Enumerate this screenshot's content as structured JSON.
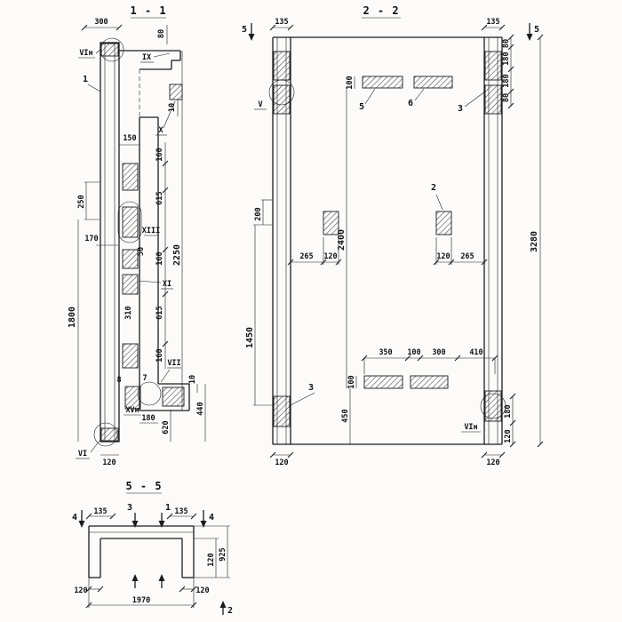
{
  "s11": {
    "title": "1 - 1",
    "dims": {
      "w300": "300",
      "h80": "80",
      "t10": "10",
      "w150": "150",
      "c160a": "160",
      "c615a": "615",
      "c2250": "2250",
      "c50": "50",
      "c160b": "160",
      "c615b": "615",
      "c310": "310",
      "c160c": "160",
      "b10": "10",
      "b440": "440",
      "b180": "180",
      "b620": "620",
      "l250": "250",
      "l170": "170",
      "l1800": "1800",
      "b120": "120"
    },
    "labels": {
      "vih": "VIн",
      "ix": "IX",
      "one": "1",
      "x": "X",
      "xiii": "XIII",
      "xi": "XI",
      "vii": "VII",
      "xvh": "XVн",
      "vi": "VI",
      "seven": "7",
      "eight": "8"
    }
  },
  "s22": {
    "title": "2 - 2",
    "dims": {
      "t135l": "135",
      "t135r": "135",
      "r80a": "80",
      "r180a": "180",
      "r180b": "180",
      "r80b": "80",
      "r3280": "3280",
      "t100": "100",
      "c2400": "2400",
      "l200": "200",
      "l1450": "1450",
      "m265l": "265",
      "m120l": "120",
      "m120r": "120",
      "m265r": "265",
      "b350": "350",
      "b100": "100",
      "b300": "300",
      "b410": "410",
      "v100": "100",
      "v450": "450",
      "br180": "180",
      "br120": "120",
      "bl120": "120",
      "brr120": "120"
    },
    "labels": {
      "cut5l": "5",
      "cut5r": "5",
      "mesh5": "5",
      "mesh6": "6",
      "mesh3t": "3",
      "mesh3b": "3",
      "mesh2": "2",
      "v": "V",
      "vih": "VIн"
    }
  },
  "s55": {
    "title": "5 - 5",
    "dims": {
      "t135l": "135",
      "t135r": "135",
      "r120": "120",
      "r925": "925",
      "b120l": "120",
      "b120r": "120",
      "b1970": "1970"
    },
    "labels": {
      "cut4l": "4",
      "cut4r": "4",
      "cut3": "3",
      "cut1": "1",
      "cut2": "2"
    }
  }
}
